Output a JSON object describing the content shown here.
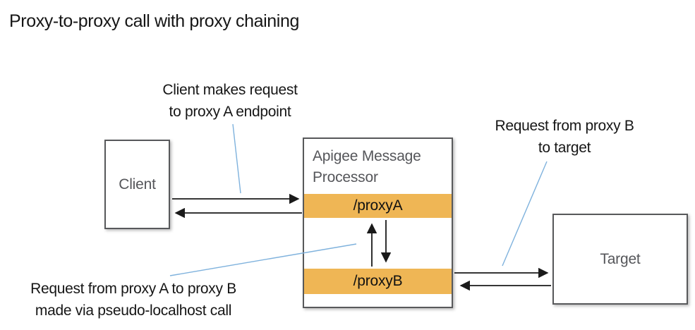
{
  "title": "Proxy-to-proxy call with proxy chaining",
  "nodes": {
    "client": {
      "label": "Client"
    },
    "processor": {
      "label_line1": "Apigee Message",
      "label_line2": "Processor",
      "endpoints": [
        {
          "label": "/proxyA"
        },
        {
          "label": "/proxyB"
        }
      ]
    },
    "target": {
      "label": "Target"
    }
  },
  "annotations": {
    "client_request": {
      "line1": "Client makes request",
      "line2": "to proxy A endpoint"
    },
    "target_request": {
      "line1": "Request from proxy B",
      "line2": "to target"
    },
    "chain_request": {
      "line1": "Request from proxy A to proxy B",
      "line2": "made via pseudo-localhost call"
    }
  },
  "flows": [
    "Client to /proxyA request",
    "/proxyA to Client response",
    "/proxyB to /proxyA (up)",
    "/proxyA to /proxyB (down)",
    "/proxyB to Target request",
    "Target to /proxyB response"
  ],
  "colors": {
    "endpoint_band": "#EFB655",
    "box_border": "#58595B",
    "box_text": "#55565A",
    "annotation_line": "#7FB2DD",
    "arrow": "#1A1A1A"
  }
}
